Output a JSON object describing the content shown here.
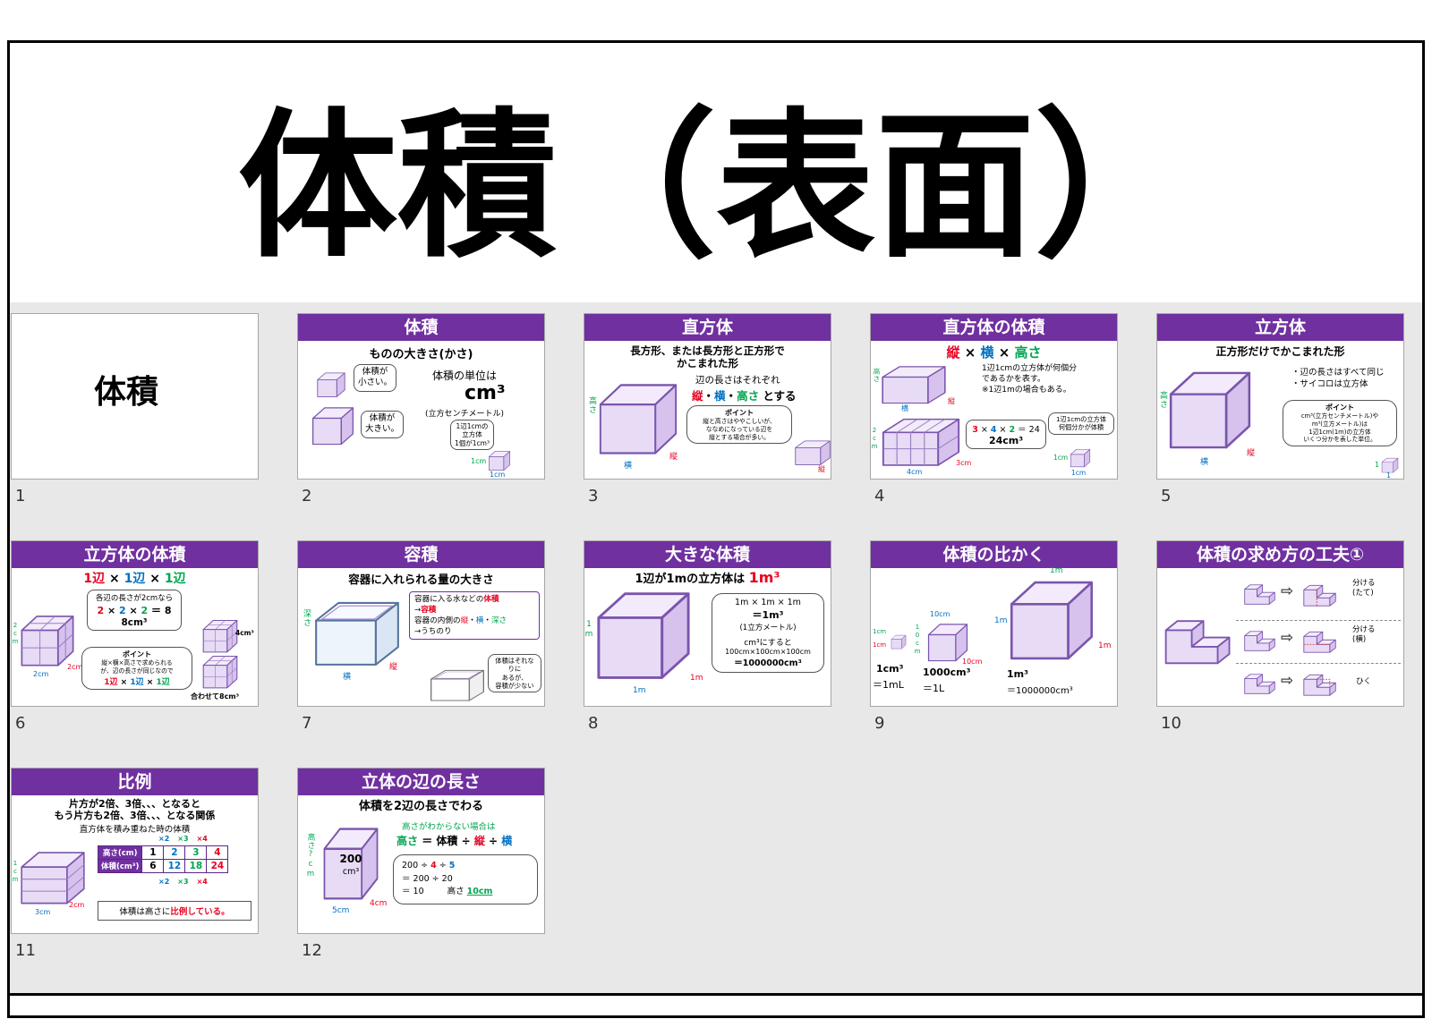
{
  "page": {
    "title": "体積（表面）"
  },
  "colors": {
    "purple": "#7030a0",
    "red": "#e8001f",
    "blue": "#0070c0",
    "green": "#00a54f"
  },
  "slides": {
    "s1": {
      "number": "1",
      "title": "体積"
    },
    "s2": {
      "number": "2",
      "header": "体積",
      "subtitle": "ものの大きさ(かさ)",
      "bubble_small": "体積が\n小さい。",
      "bubble_big": "体積が\n大きい。",
      "unit_lead": "体積の単位は",
      "unit": "cm³",
      "unit_reading": "(立方センチメートル)",
      "note": "1辺1cmの\n立方体\n1個が1cm³",
      "label_h": "1cm",
      "label_w": "1cm"
    },
    "s3": {
      "number": "3",
      "header": "直方体",
      "line1": "長方形、または長方形と正方形で",
      "line2": "かこまれた形",
      "line3": "辺の長さはそれぞれ",
      "f_tate": "縦",
      "f_sep1": "・",
      "f_yoko": "横",
      "f_sep2": "・",
      "f_takasa": "高さ",
      "f_suffix": " とする",
      "point_title": "ポイント",
      "point_text": "縦と高さはややこしいが、\nななめになっている辺を\n縦とする場合が多い。",
      "lbl_takasa": "高さ",
      "lbl_yoko": "横",
      "lbl_tate": "縦",
      "lbl_tate2": "縦"
    },
    "s4": {
      "number": "4",
      "header": "直方体の体積",
      "f_tate": "縦",
      "f_x1": " × ",
      "f_yoko": "横",
      "f_x2": " × ",
      "f_takasa": "高さ",
      "desc": "1辺1cmの立方体が何個分\nであるかを表す。\n※1辺1mの場合もある。",
      "lbl_takasa": "高さ",
      "lbl_yoko": "横",
      "lbl_tate": "縦",
      "lbl_2cm": "2cm",
      "lbl_4cm": "4cm",
      "lbl_3cm": "3cm",
      "calc_a": "3",
      "calc_x1": " × ",
      "calc_b": "4",
      "calc_x2": " × ",
      "calc_c": "2",
      "calc_eq": " ＝ 24",
      "result": "24cm³",
      "note": "1辺1cmの立方体\n何個分かが体積",
      "lbl_1cm_a": "1cm",
      "lbl_1cm_b": "1cm"
    },
    "s5": {
      "number": "5",
      "header": "立方体",
      "line1": "正方形だけでかこまれた形",
      "bullet1": "・辺の長さはすべて同じ",
      "bullet2": "・サイコロは立方体",
      "point_title": "ポイント",
      "point_text": "cm³(立方センチメートル)や\nm³(立方メートル)は\n1辺1cm(1m)の立方体\nいくつ分かを表した単位。",
      "lbl_takasa": "高さ",
      "lbl_yoko": "横",
      "lbl_tate": "縦",
      "lbl_one_a": "1",
      "lbl_one_b": "1"
    },
    "s6": {
      "number": "6",
      "header": "立方体の体積",
      "f_a": "1辺",
      "f_x1": " × ",
      "f_b": "1辺",
      "f_x2": " × ",
      "f_c": "1辺",
      "box_line1": "各辺の長さが2cmなら",
      "box_calc_a": "2",
      "box_calc_x1": " × ",
      "box_calc_b": "2",
      "box_calc_x2": " × ",
      "box_calc_c": "2",
      "box_calc_eq": " ＝ 8",
      "box_result": "8cm³",
      "point_title": "ポイント",
      "point_text": "縦×横×高さで求められる\nが、辺の長さが同じなので",
      "pf_a": "1辺",
      "pf_x1": " × ",
      "pf_b": "1辺",
      "pf_x2": " × ",
      "pf_c": "1辺",
      "right_top": "4cm³",
      "right_bottom": "合わせて8cm³",
      "lbl_2cm_a": "2cm",
      "lbl_2cm_b": "2cm",
      "lbl_2cm_c": "2cm"
    },
    "s7": {
      "number": "7",
      "header": "容積",
      "line1": "容器に入れられる量の大きさ",
      "box_l1a": "容器に入る水などの",
      "box_l1b": "体積",
      "box_l2a": "→",
      "box_l2b": "容積",
      "box_l3a": "容器の内側の",
      "box_l3_tate": "縦",
      "box_l3_d1": "・",
      "box_l3_yoko": "横",
      "box_l3_d2": "・",
      "box_l3_fukasa": "深さ",
      "box_l4": "→うちのり",
      "bubble": "体積はそれなりに\nあるが、\n容積が少ない",
      "lbl_fukasa": "深さ",
      "lbl_yoko": "横",
      "lbl_tate": "縦"
    },
    "s8": {
      "number": "8",
      "header": "大きな体積",
      "line_pre": "1辺が1mの立方体は ",
      "line_unit": "1m³",
      "bubble_l1": "1m × 1m × 1m",
      "bubble_l2": "＝1m³",
      "bubble_l3": "(1立方メートル)",
      "bubble_l4": "cm³にすると",
      "bubble_l5": "100cm×100cm×100cm",
      "bubble_l6": "＝1000000cm³",
      "lbl_a": "1m",
      "lbl_b": "1m",
      "lbl_c": "1m"
    },
    "s9": {
      "number": "9",
      "header": "体積の比かく",
      "sm_lbl_a": "1cm",
      "sm_lbl_b": "1cm",
      "md_top": "10cm",
      "md_left": "10cm",
      "md_right": "10cm",
      "lg_top": "1m",
      "lg_left": "1m",
      "lg_right": "1m",
      "eq1a": "1cm³",
      "eq1b": "＝1mL",
      "eq2a": "1000cm³",
      "eq2b": "＝1L",
      "eq3a": "1m³",
      "eq3b": "＝1000000cm³"
    },
    "s10": {
      "number": "10",
      "header": "体積の求め方の工夫①",
      "row1": "分ける\n(たて)",
      "row2": "分ける\n(横)",
      "row3": "ひく",
      "arrow": "⇨"
    },
    "s11": {
      "number": "11",
      "header": "比例",
      "line1": "片方が2倍、3倍、、、となると",
      "line2": "もう片方も2倍、3倍、、、となる関係",
      "line3": "直方体を積み重ねた時の体積",
      "mult_t1": "×2",
      "mult_t2": "×3",
      "mult_t3": "×4",
      "th1": "高さ(cm)",
      "th2": "体積(cm³)",
      "r1": [
        "1",
        "2",
        "3",
        "4"
      ],
      "r2": [
        "6",
        "12",
        "18",
        "24"
      ],
      "mult_b1": "×2",
      "mult_b2": "×3",
      "mult_b3": "×4",
      "concl_pre": "体積は高さに",
      "concl_red": "比例している。",
      "lbl_1cm": "1cm",
      "lbl_3cm": "3cm",
      "lbl_2cm": "2cm"
    },
    "s12": {
      "number": "12",
      "header": "立体の辺の長さ",
      "line1": "体積を2辺の長さでわる",
      "green_line": "高さがわからない場合は",
      "f_takasa": "高さ",
      "f_eq": " ＝ ",
      "f_taiseki": "体積",
      "f_d1": " ÷ ",
      "f_tate": "縦",
      "f_d2": " ÷ ",
      "f_yoko": "横",
      "box_num": "200",
      "box_unit": "cm³",
      "c1a": "200 ÷ ",
      "c1b": "4",
      "c1c": " ÷ ",
      "c1d": "5",
      "c2": "＝ 200 ÷ 20",
      "c3": "＝ 10",
      "ans_pre": "高さ ",
      "ans": "10cm",
      "lbl_takasa": "高さ?cm",
      "lbl_5cm": "5cm",
      "lbl_4cm": "4cm"
    }
  }
}
